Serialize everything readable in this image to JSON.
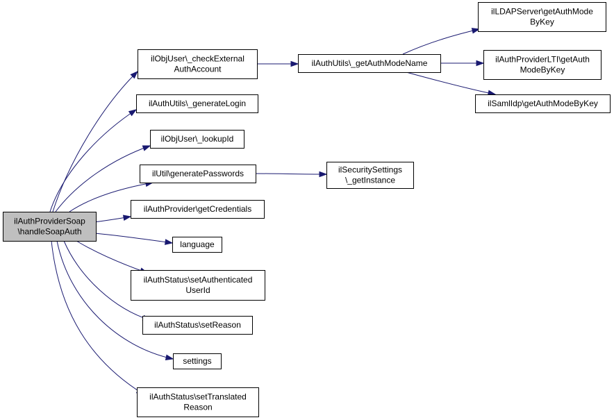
{
  "diagram": {
    "type": "call-graph",
    "colors": {
      "edge": "#191970",
      "root_fill": "#bfbfbf",
      "node_fill": "#ffffff",
      "border": "#000000"
    },
    "nodes": [
      {
        "id": "root",
        "lines": [
          "ilAuthProviderSoap",
          "\\handleSoapAuth"
        ],
        "root": true
      },
      {
        "id": "checkExternal",
        "lines": [
          "ilObjUser\\_checkExternal",
          "AuthAccount"
        ]
      },
      {
        "id": "generateLogin",
        "lines": [
          "ilAuthUtils\\_generateLogin"
        ]
      },
      {
        "id": "lookupId",
        "lines": [
          "ilObjUser\\_lookupId"
        ]
      },
      {
        "id": "generatePasswords",
        "lines": [
          "ilUtil\\generatePasswords"
        ]
      },
      {
        "id": "getCredentials",
        "lines": [
          "ilAuthProvider\\getCredentials"
        ]
      },
      {
        "id": "language",
        "lines": [
          "language"
        ]
      },
      {
        "id": "setAuthenticatedUserId",
        "lines": [
          "ilAuthStatus\\setAuthenticated",
          "UserId"
        ]
      },
      {
        "id": "setReason",
        "lines": [
          "ilAuthStatus\\setReason"
        ]
      },
      {
        "id": "settings",
        "lines": [
          "settings"
        ]
      },
      {
        "id": "setTranslatedReason",
        "lines": [
          "ilAuthStatus\\setTranslated",
          "Reason"
        ]
      },
      {
        "id": "getAuthModeName",
        "lines": [
          "ilAuthUtils\\_getAuthModeName"
        ]
      },
      {
        "id": "securityGetInstance",
        "lines": [
          "ilSecuritySettings",
          "\\_getInstance"
        ]
      },
      {
        "id": "ldapGetAuthMode",
        "lines": [
          "ilLDAPServer\\getAuthMode",
          "ByKey"
        ]
      },
      {
        "id": "ltiGetAuthMode",
        "lines": [
          "ilAuthProviderLTI\\getAuth",
          "ModeByKey"
        ]
      },
      {
        "id": "samlGetAuthMode",
        "lines": [
          "ilSamlIdp\\getAuthModeByKey"
        ]
      }
    ],
    "edges": [
      [
        "root",
        "checkExternal"
      ],
      [
        "root",
        "generateLogin"
      ],
      [
        "root",
        "lookupId"
      ],
      [
        "root",
        "generatePasswords"
      ],
      [
        "root",
        "getCredentials"
      ],
      [
        "root",
        "language"
      ],
      [
        "root",
        "setAuthenticatedUserId"
      ],
      [
        "root",
        "setReason"
      ],
      [
        "root",
        "settings"
      ],
      [
        "root",
        "setTranslatedReason"
      ],
      [
        "checkExternal",
        "getAuthModeName"
      ],
      [
        "generatePasswords",
        "securityGetInstance"
      ],
      [
        "getAuthModeName",
        "ldapGetAuthMode"
      ],
      [
        "getAuthModeName",
        "ltiGetAuthMode"
      ],
      [
        "getAuthModeName",
        "samlGetAuthMode"
      ]
    ]
  }
}
